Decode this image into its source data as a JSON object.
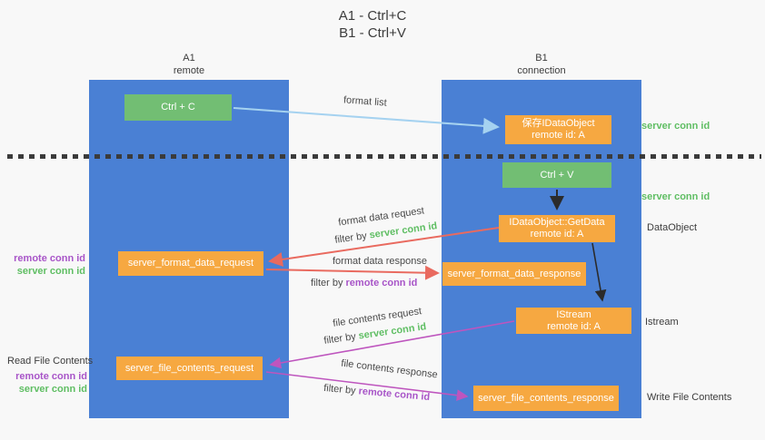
{
  "title": {
    "line1": "A1 - Ctrl+C",
    "line2": "B1 - Ctrl+V"
  },
  "lanes": {
    "left": {
      "title": "A1",
      "subtitle": "remote"
    },
    "right": {
      "title": "B1",
      "subtitle": "connection"
    }
  },
  "nodes": {
    "ctrl_c": {
      "label": "Ctrl + C"
    },
    "ctrl_v": {
      "label": "Ctrl + V"
    },
    "save_dataobject": {
      "line1": "保存IDataObject",
      "line2": "remote id: A"
    },
    "getdata": {
      "line1": "IDataObject::GetData",
      "line2": "remote id: A"
    },
    "istream": {
      "line1": "IStream",
      "line2": "remote id: A"
    },
    "server_format_data_request": {
      "label": "server_format_data_request"
    },
    "server_format_data_response": {
      "label": "server_format_data_response"
    },
    "server_file_contents_request": {
      "label": "server_file_contents_request"
    },
    "server_file_contents_response": {
      "label": "server_file_contents_response"
    }
  },
  "side_labels": {
    "server_conn_id_top": "server conn id",
    "server_conn_id_mid": "server conn id",
    "dataobject": "DataObject",
    "istream": "Istream",
    "write_file_contents": "Write File Contents",
    "read_file_contents": "Read File Contents",
    "left_group1": {
      "remote": "remote conn id",
      "server": "server conn id"
    },
    "left_group2": {
      "remote": "remote conn id",
      "server": "server conn id"
    }
  },
  "arrow_labels": {
    "format_list": "format list",
    "format_data_request": "format data request",
    "format_data_request_filter": {
      "prefix": "filter by ",
      "id": "server conn id"
    },
    "format_data_response": "format data response",
    "format_data_response_filter": {
      "prefix": "filter by ",
      "id": "remote conn id"
    },
    "file_contents_request": "file contents request",
    "file_contents_request_filter": {
      "prefix": "filter by ",
      "id": "server conn id"
    },
    "file_contents_response": "file contents response",
    "file_contents_response_filter": {
      "prefix": "filter by ",
      "id": "remote conn id"
    }
  },
  "colors": {
    "lane_blue": "#4a80d4",
    "node_green": "#72be73",
    "node_orange": "#f6a841",
    "accent_green": "#5fbe63",
    "accent_purple": "#a855c8",
    "arrow_salmon": "#e96a5f",
    "arrow_magenta": "#be55be",
    "arrow_lightblue": "#a5d2f0",
    "arrow_black": "#2b2b2b"
  }
}
